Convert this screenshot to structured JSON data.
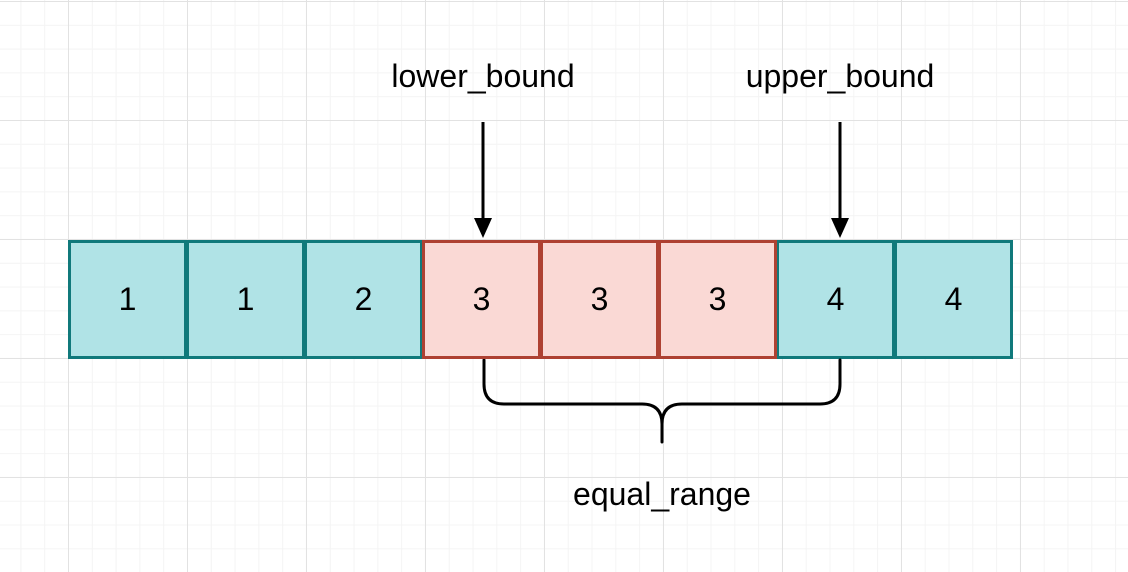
{
  "labels": {
    "lower_bound": "lower_bound",
    "upper_bound": "upper_bound",
    "equal_range": "equal_range"
  },
  "array": {
    "values": [
      "1",
      "1",
      "2",
      "3",
      "3",
      "3",
      "4",
      "4"
    ],
    "equal_range_indices": [
      3,
      4,
      5
    ]
  },
  "colors": {
    "normal_fill": "#b0e3e6",
    "normal_stroke": "#10797b",
    "match_fill": "#fad9d5",
    "match_stroke": "#ae4132",
    "grid": "#e2e2e2"
  }
}
